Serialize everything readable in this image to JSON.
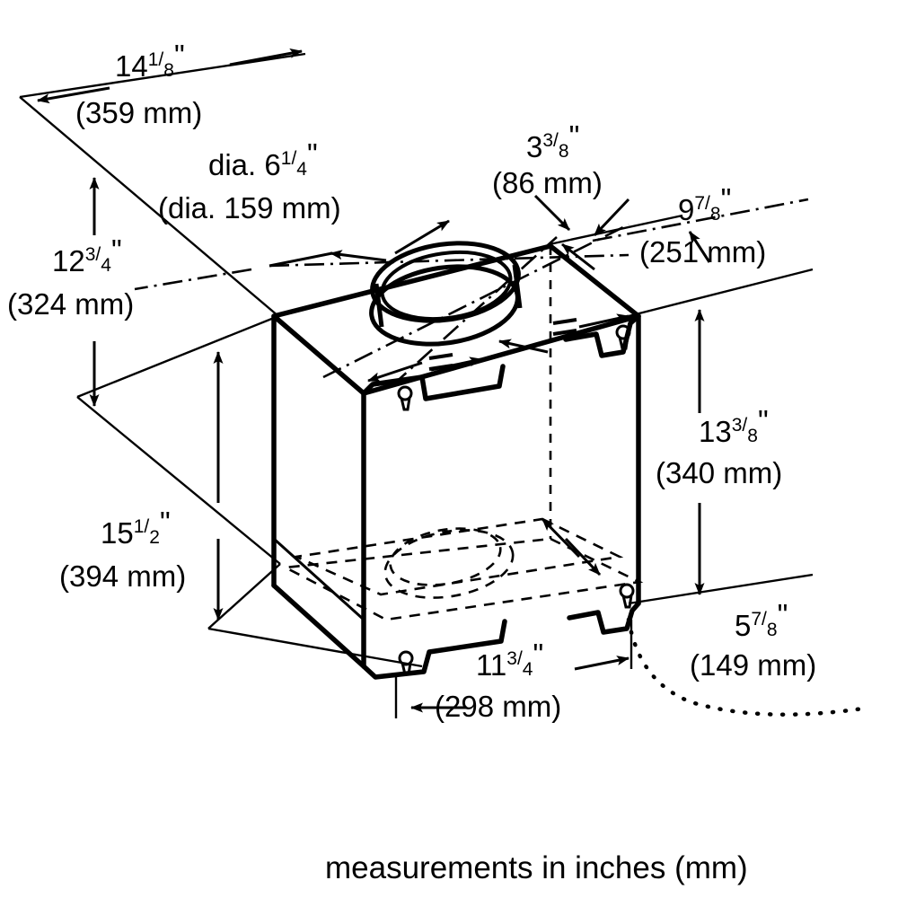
{
  "drawing": {
    "title": "Blower / ventilation module isometric dimension drawing",
    "units_note": "measurements in inches (mm)",
    "line_color": "#000000",
    "background_color": "#ffffff"
  },
  "dimensions": {
    "depth_top": {
      "whole": "14",
      "num": "1",
      "den": "8",
      "inch_mark": "\"",
      "metric": "(359 mm)"
    },
    "duct_dia": {
      "prefix": "dia.",
      "whole": "6",
      "num": "1",
      "den": "4",
      "inch_mark": "\"",
      "metric": "(dia. 159 mm)"
    },
    "duct_offset_rear": {
      "whole": "3",
      "num": "3",
      "den": "8",
      "inch_mark": "\"",
      "metric": "(86 mm)"
    },
    "duct_offset_side": {
      "whole": "9",
      "num": "7",
      "den": "8",
      "inch_mark": "\"",
      "metric": "(251 mm)"
    },
    "upper_height": {
      "whole": "12",
      "num": "3",
      "den": "4",
      "inch_mark": "\"",
      "metric": "(324 mm)"
    },
    "total_height": {
      "whole": "15",
      "num": "1",
      "den": "2",
      "inch_mark": "\"",
      "metric": "(394 mm)"
    },
    "body_height": {
      "whole": "13",
      "num": "3",
      "den": "8",
      "inch_mark": "\"",
      "metric": "(340 mm)"
    },
    "width_bottom": {
      "whole": "11",
      "num": "3",
      "den": "4",
      "inch_mark": "\"",
      "metric": "(298 mm)"
    },
    "slot_offset": {
      "whole": "5",
      "num": "7",
      "den": "8",
      "inch_mark": "\"",
      "metric": "(149 mm)"
    }
  },
  "labels": {
    "dim_14_1_8_metric": "(359 mm)",
    "dim_dia_metric": "(dia. 159 mm)",
    "dim_3_3_8_metric": "(86 mm)",
    "dim_9_7_8_metric": "(251 mm)",
    "dim_12_3_4_metric": "(324 mm)",
    "dim_15_1_2_metric": "(394 mm)",
    "dim_13_3_8_metric": "(340 mm)",
    "dim_11_3_4_metric": "(298 mm)",
    "dim_5_7_8_metric": "(149 mm)",
    "footnote": "measurements in inches (mm)"
  },
  "dia_prefix": "dia."
}
